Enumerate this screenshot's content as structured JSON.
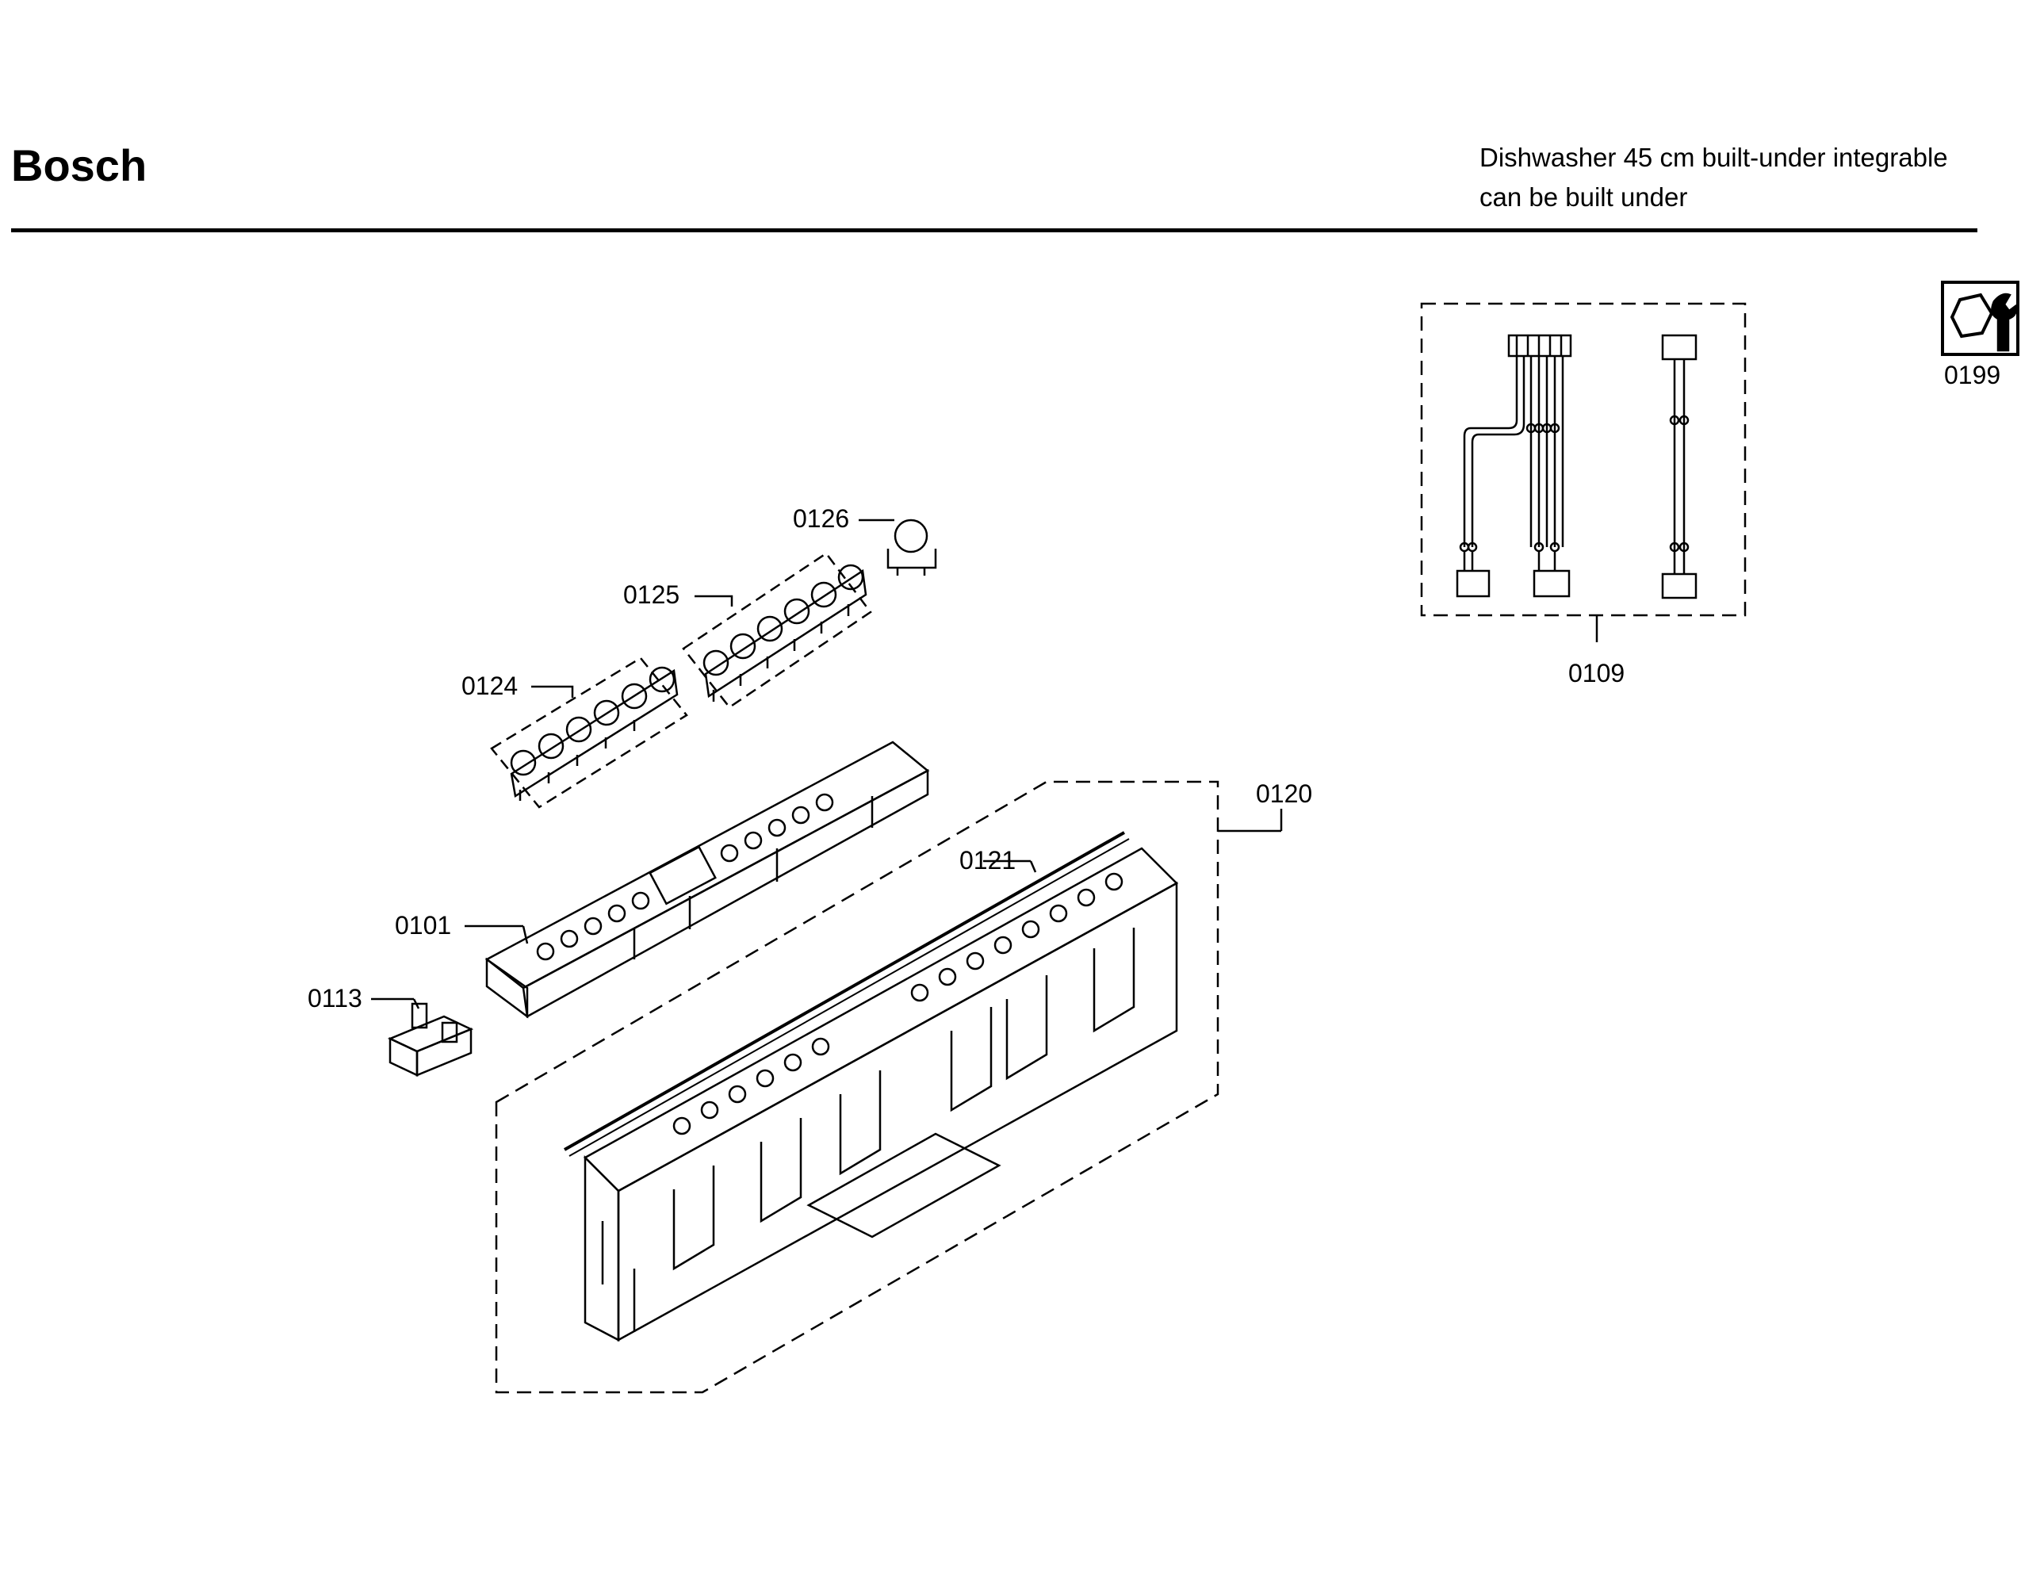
{
  "header": {
    "brand": "Bosch",
    "description_line1": "Dishwasher 45 cm built-under integrable",
    "description_line2": "can be built under"
  },
  "parts": {
    "p0101": "0101",
    "p0109": "0109",
    "p0113": "0113",
    "p0120": "0120",
    "p0121": "0121",
    "p0124": "0124",
    "p0125": "0125",
    "p0126": "0126",
    "p0199": "0199"
  },
  "icons": {
    "service_tool": "wrench-nut-icon"
  }
}
